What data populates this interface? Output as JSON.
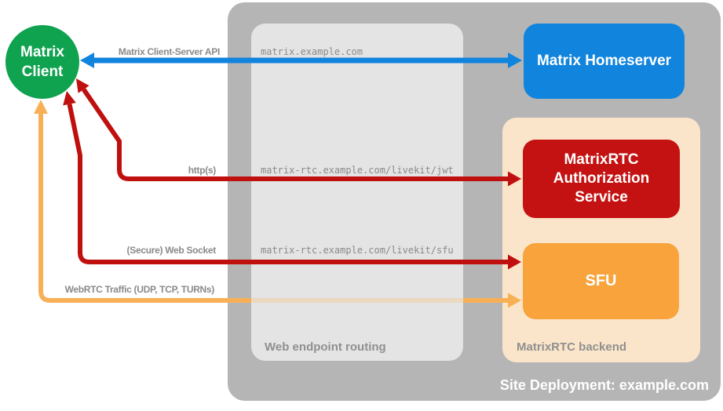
{
  "containers": {
    "site": {
      "label": "Site Deployment: example.com",
      "color": "#b5b5b5"
    },
    "routing": {
      "label": "Web endpoint routing",
      "color": "#e4e4e4"
    },
    "backend": {
      "label": "MatrixRTC backend",
      "color": "#fbe5ca"
    }
  },
  "nodes": {
    "client": {
      "line1": "Matrix",
      "line2": "Client",
      "color": "#0fa24f"
    },
    "homeserver": {
      "label": "Matrix Homeserver",
      "color": "#1184dd"
    },
    "auth_service": {
      "label": "MatrixRTC Authorization Service",
      "color": "#c41212"
    },
    "sfu": {
      "label": "SFU",
      "color": "#f8a33b"
    }
  },
  "connections": {
    "client_server_api": {
      "protocol": "Matrix Client-Server API",
      "endpoint": "matrix.example.com",
      "color": "#1184dd"
    },
    "http": {
      "protocol": "http(s)",
      "endpoint": "matrix-rtc.example.com/livekit/jwt",
      "color": "#c00f0f"
    },
    "websocket": {
      "protocol": "(Secure) Web Socket",
      "endpoint": "matrix-rtc.example.com/livekit/sfu",
      "color": "#c00f0f"
    },
    "webrtc": {
      "protocol": "WebRTC Traffic (UDP, TCP, TURNs)",
      "color": "#f8b057",
      "faded_color": "#ead8bf"
    }
  }
}
